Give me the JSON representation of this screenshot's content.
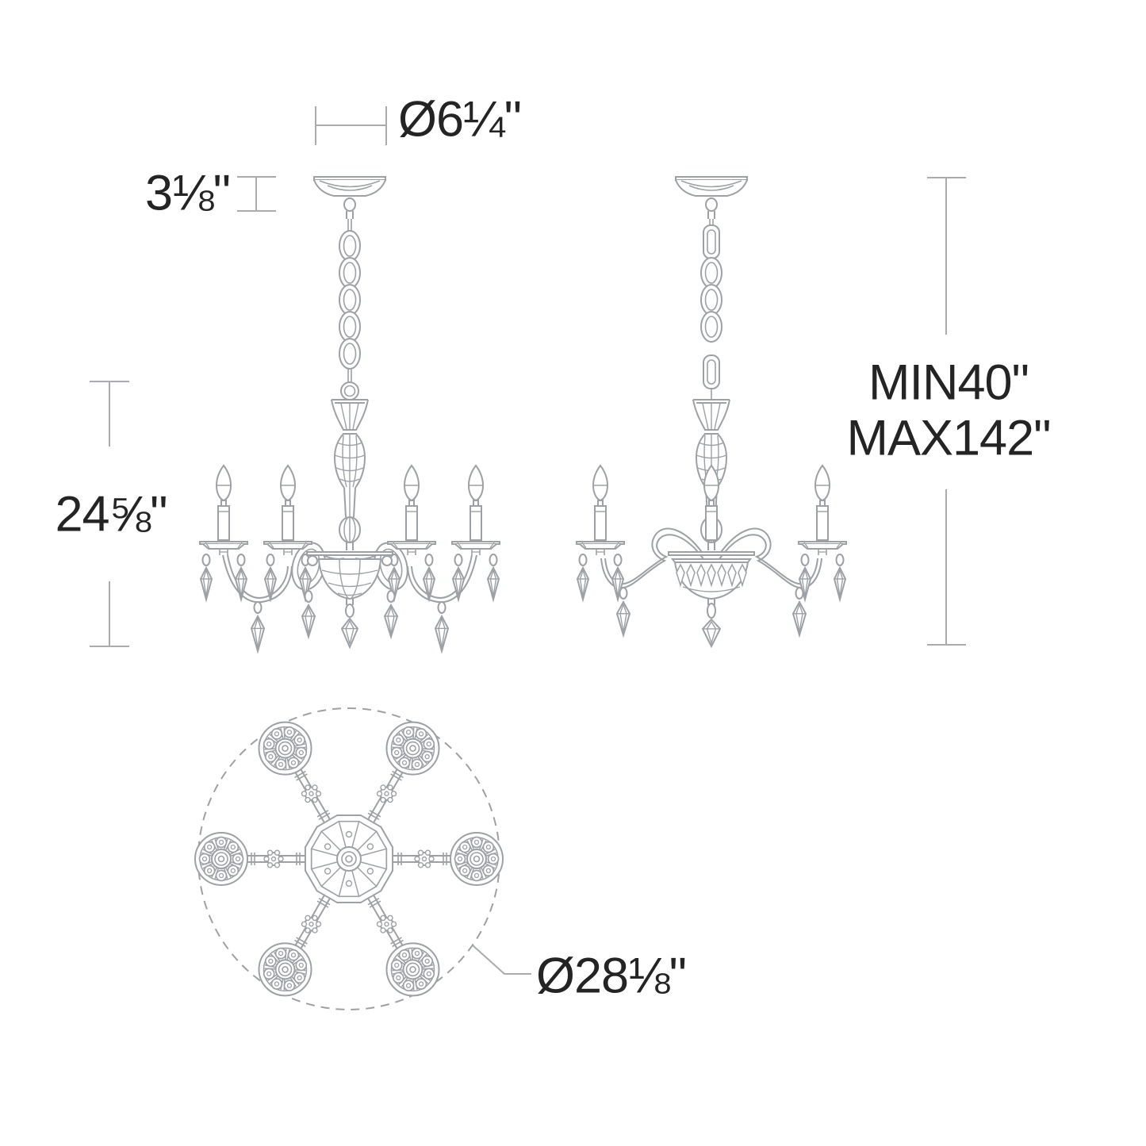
{
  "diagram": {
    "subject": "six-arm crystal chandelier dimension drawing",
    "views": 3
  },
  "dimensions": {
    "canopy_diameter": "Ø6¼\"",
    "canopy_height": "3⅛\"",
    "fixture_height": "24⅝\"",
    "overall_min": "MIN40\"",
    "overall_max": "MAX142\"",
    "fixture_diameter": "Ø28⅛\""
  },
  "colors": {
    "art_line": "#9da1a5",
    "dim_line": "#a9abae",
    "text": "#242424",
    "background": "#ffffff"
  }
}
